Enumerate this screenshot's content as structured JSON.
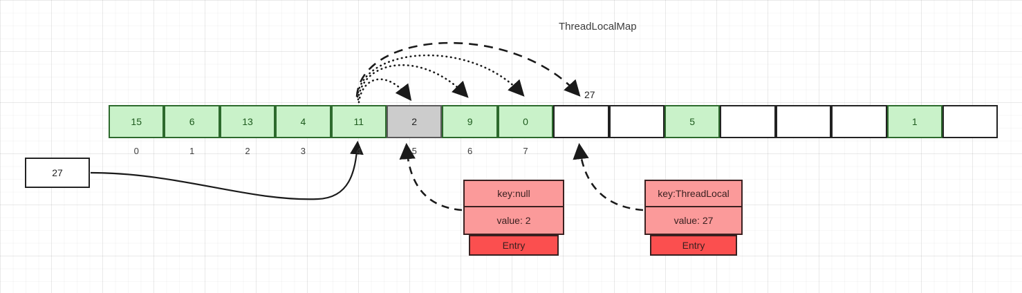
{
  "title": "ThreadLocalMap",
  "array": {
    "cells": [
      {
        "value": "15",
        "style": "green"
      },
      {
        "value": "6",
        "style": "green"
      },
      {
        "value": "13",
        "style": "green"
      },
      {
        "value": "4",
        "style": "green"
      },
      {
        "value": "11",
        "style": "green"
      },
      {
        "value": "2",
        "style": "gray"
      },
      {
        "value": "9",
        "style": "green"
      },
      {
        "value": "0",
        "style": "green"
      },
      {
        "value": "",
        "style": "empty"
      },
      {
        "value": "",
        "style": "empty"
      },
      {
        "value": "5",
        "style": "green"
      },
      {
        "value": "",
        "style": "empty"
      },
      {
        "value": "",
        "style": "empty"
      },
      {
        "value": "",
        "style": "empty"
      },
      {
        "value": "1",
        "style": "green"
      },
      {
        "value": "",
        "style": "empty"
      }
    ],
    "indices": [
      "0",
      "1",
      "2",
      "3",
      "4",
      "5",
      "6",
      "7"
    ]
  },
  "source_box": {
    "value": "27"
  },
  "slot_label": {
    "value": "27"
  },
  "entries": [
    {
      "key": "key:null",
      "value": "value: 2",
      "footer": "Entry"
    },
    {
      "key": "key:ThreadLocal",
      "value": "value: 27",
      "footer": "Entry"
    }
  ],
  "colors": {
    "green_fill": "#c9f2c9",
    "green_border": "#2d6a2d",
    "gray_fill": "#cccccc",
    "entry_row": "#fb9a9a",
    "entry_footer": "#fb4f4f",
    "stroke": "#222222"
  }
}
